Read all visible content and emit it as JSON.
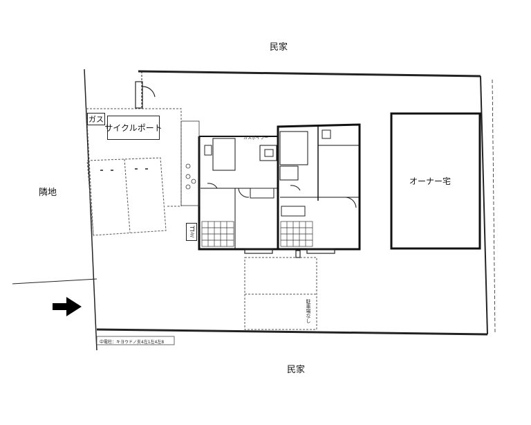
{
  "labels": {
    "north_neighbor": "民家",
    "south_neighbor": "民家",
    "west_neighbor": "隣地",
    "owner_house": "オーナー宅",
    "cycle_port": "サイクルポート",
    "gas": "ガス",
    "garbage": "ゴミ",
    "water_heater": "ガスボイラー",
    "utility_pole": "中電柱：キヨウドノ支4左1左4左8",
    "parking_note": "駐車場なし"
  },
  "icons": {
    "entrance": "arrow-right-icon"
  }
}
